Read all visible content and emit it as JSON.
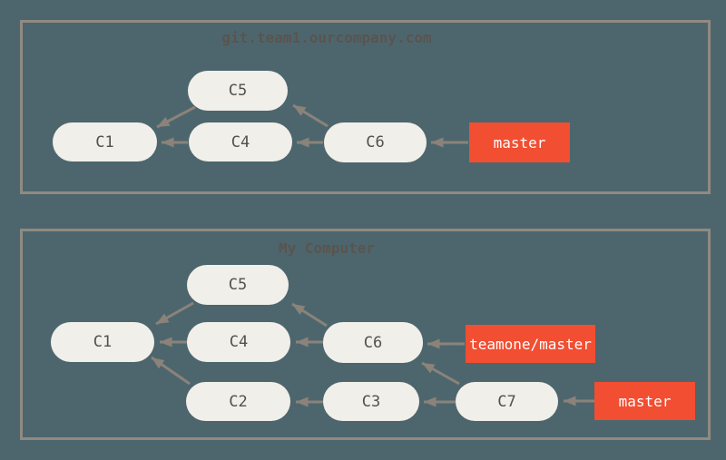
{
  "diagram": {
    "type": "git-commit-graph",
    "colors": {
      "background": "#4d666e",
      "box_border": "#908a81",
      "node_fill": "#f1efe9",
      "node_text": "#55504b",
      "arrow": "#8b8379",
      "branch_fill": "#f14e32",
      "branch_text": "#ffffff"
    },
    "remote": {
      "title": "git.team1.ourcompany.com",
      "nodes": {
        "c1": "C1",
        "c4": "C4",
        "c5": "C5",
        "c6": "C6"
      },
      "branches": {
        "master": "master"
      },
      "edges": [
        "C4 -> C1",
        "C5 -> C1",
        "C6 -> C4",
        "C6 -> C5",
        "master -> C6"
      ]
    },
    "local": {
      "title": "My Computer",
      "nodes": {
        "c1": "C1",
        "c2": "C2",
        "c3": "C3",
        "c4": "C4",
        "c5": "C5",
        "c6": "C6",
        "c7": "C7"
      },
      "branches": {
        "teamone_master": "teamone/master",
        "master": "master"
      },
      "edges": [
        "C4 -> C1",
        "C5 -> C1",
        "C2 -> C1",
        "C6 -> C4",
        "C6 -> C5",
        "C3 -> C2",
        "C7 -> C3",
        "C7 -> C6",
        "teamone/master -> C6",
        "master -> C7"
      ]
    }
  }
}
